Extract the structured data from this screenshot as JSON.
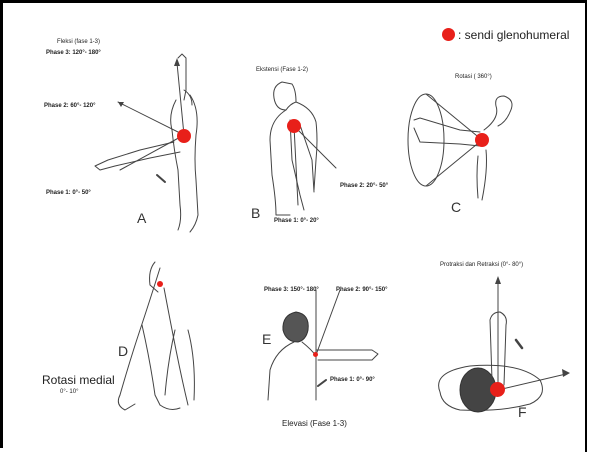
{
  "legend": {
    "label": ": sendi glenohumeral",
    "color": "#e8201a"
  },
  "panels": {
    "A": {
      "letter": "A",
      "title": "Fleksi (fase 1-3)",
      "phase3": "Phase 3: 120°- 180°",
      "phase2": "Phase 2: 60°- 120°",
      "phase1": "Phase 1: 0°- 50°"
    },
    "B": {
      "letter": "B",
      "title": "Ekstensi (Fase 1-2)",
      "phase2": "Phase 2: 20°- 50°",
      "phase1": "Phase 1: 0°- 20°"
    },
    "C": {
      "letter": "C",
      "title": "Rotasi ( 360°)"
    },
    "D": {
      "letter": "D",
      "title": "Rotasi medial",
      "range": "0°- 10°"
    },
    "E": {
      "letter": "E",
      "title": "Elevasi (Fase 1-3)",
      "phase3": "Phase 3: 150°- 180°",
      "phase2": "Phase 2: 90°- 150°",
      "phase1": "Phase 1: 0°- 90°"
    },
    "F": {
      "letter": "F",
      "title": "Protraksi dan Retraksi (0°- 80°)"
    }
  },
  "colors": {
    "joint": "#e8201a",
    "line": "#444444"
  }
}
